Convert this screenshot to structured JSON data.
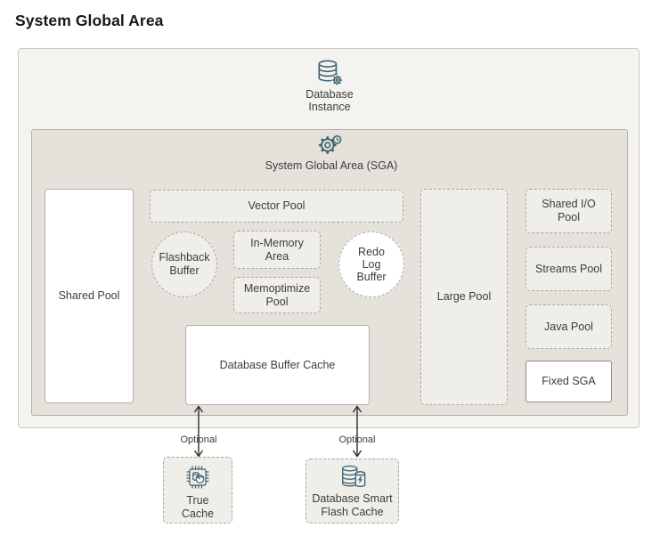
{
  "title": "System Global Area",
  "colors": {
    "outer_bg": "#f4f3ef",
    "inner_bg": "#e5e2dc",
    "node_bg": "#f0eee9",
    "white_bg": "#ffffff",
    "icon_stroke": "#3f626f",
    "text": "#3d3d3a",
    "arrow": "#2e2e2e"
  },
  "instance": {
    "icon": "database-gear-icon",
    "label": [
      "Database",
      "Instance"
    ]
  },
  "sga": {
    "icon": "gear-clock-icon",
    "label": "System Global Area (SGA)"
  },
  "components": {
    "shared_pool": "Shared Pool",
    "vector_pool": "Vector Pool",
    "flashback_buffer": [
      "Flashback",
      "Buffer"
    ],
    "in_memory_area": [
      "In-Memory",
      "Area"
    ],
    "memoptimize_pool": [
      "Memoptimize",
      "Pool"
    ],
    "redo_log_buffer": [
      "Redo",
      "Log",
      "Buffer"
    ],
    "database_buffer_cache": "Database Buffer Cache",
    "large_pool": "Large Pool",
    "shared_io_pool": [
      "Shared I/O",
      "Pool"
    ],
    "streams_pool": "Streams Pool",
    "java_pool": "Java Pool",
    "fixed_sga": "Fixed SGA"
  },
  "connections": {
    "left_label": "Optional",
    "right_label": "Optional"
  },
  "external": {
    "true_cache": {
      "icon": "chip-gauge-icon",
      "label": [
        "True",
        "Cache"
      ]
    },
    "flash_cache": {
      "icon": "database-flash-icon",
      "label": [
        "Database Smart",
        "Flash Cache"
      ]
    }
  }
}
